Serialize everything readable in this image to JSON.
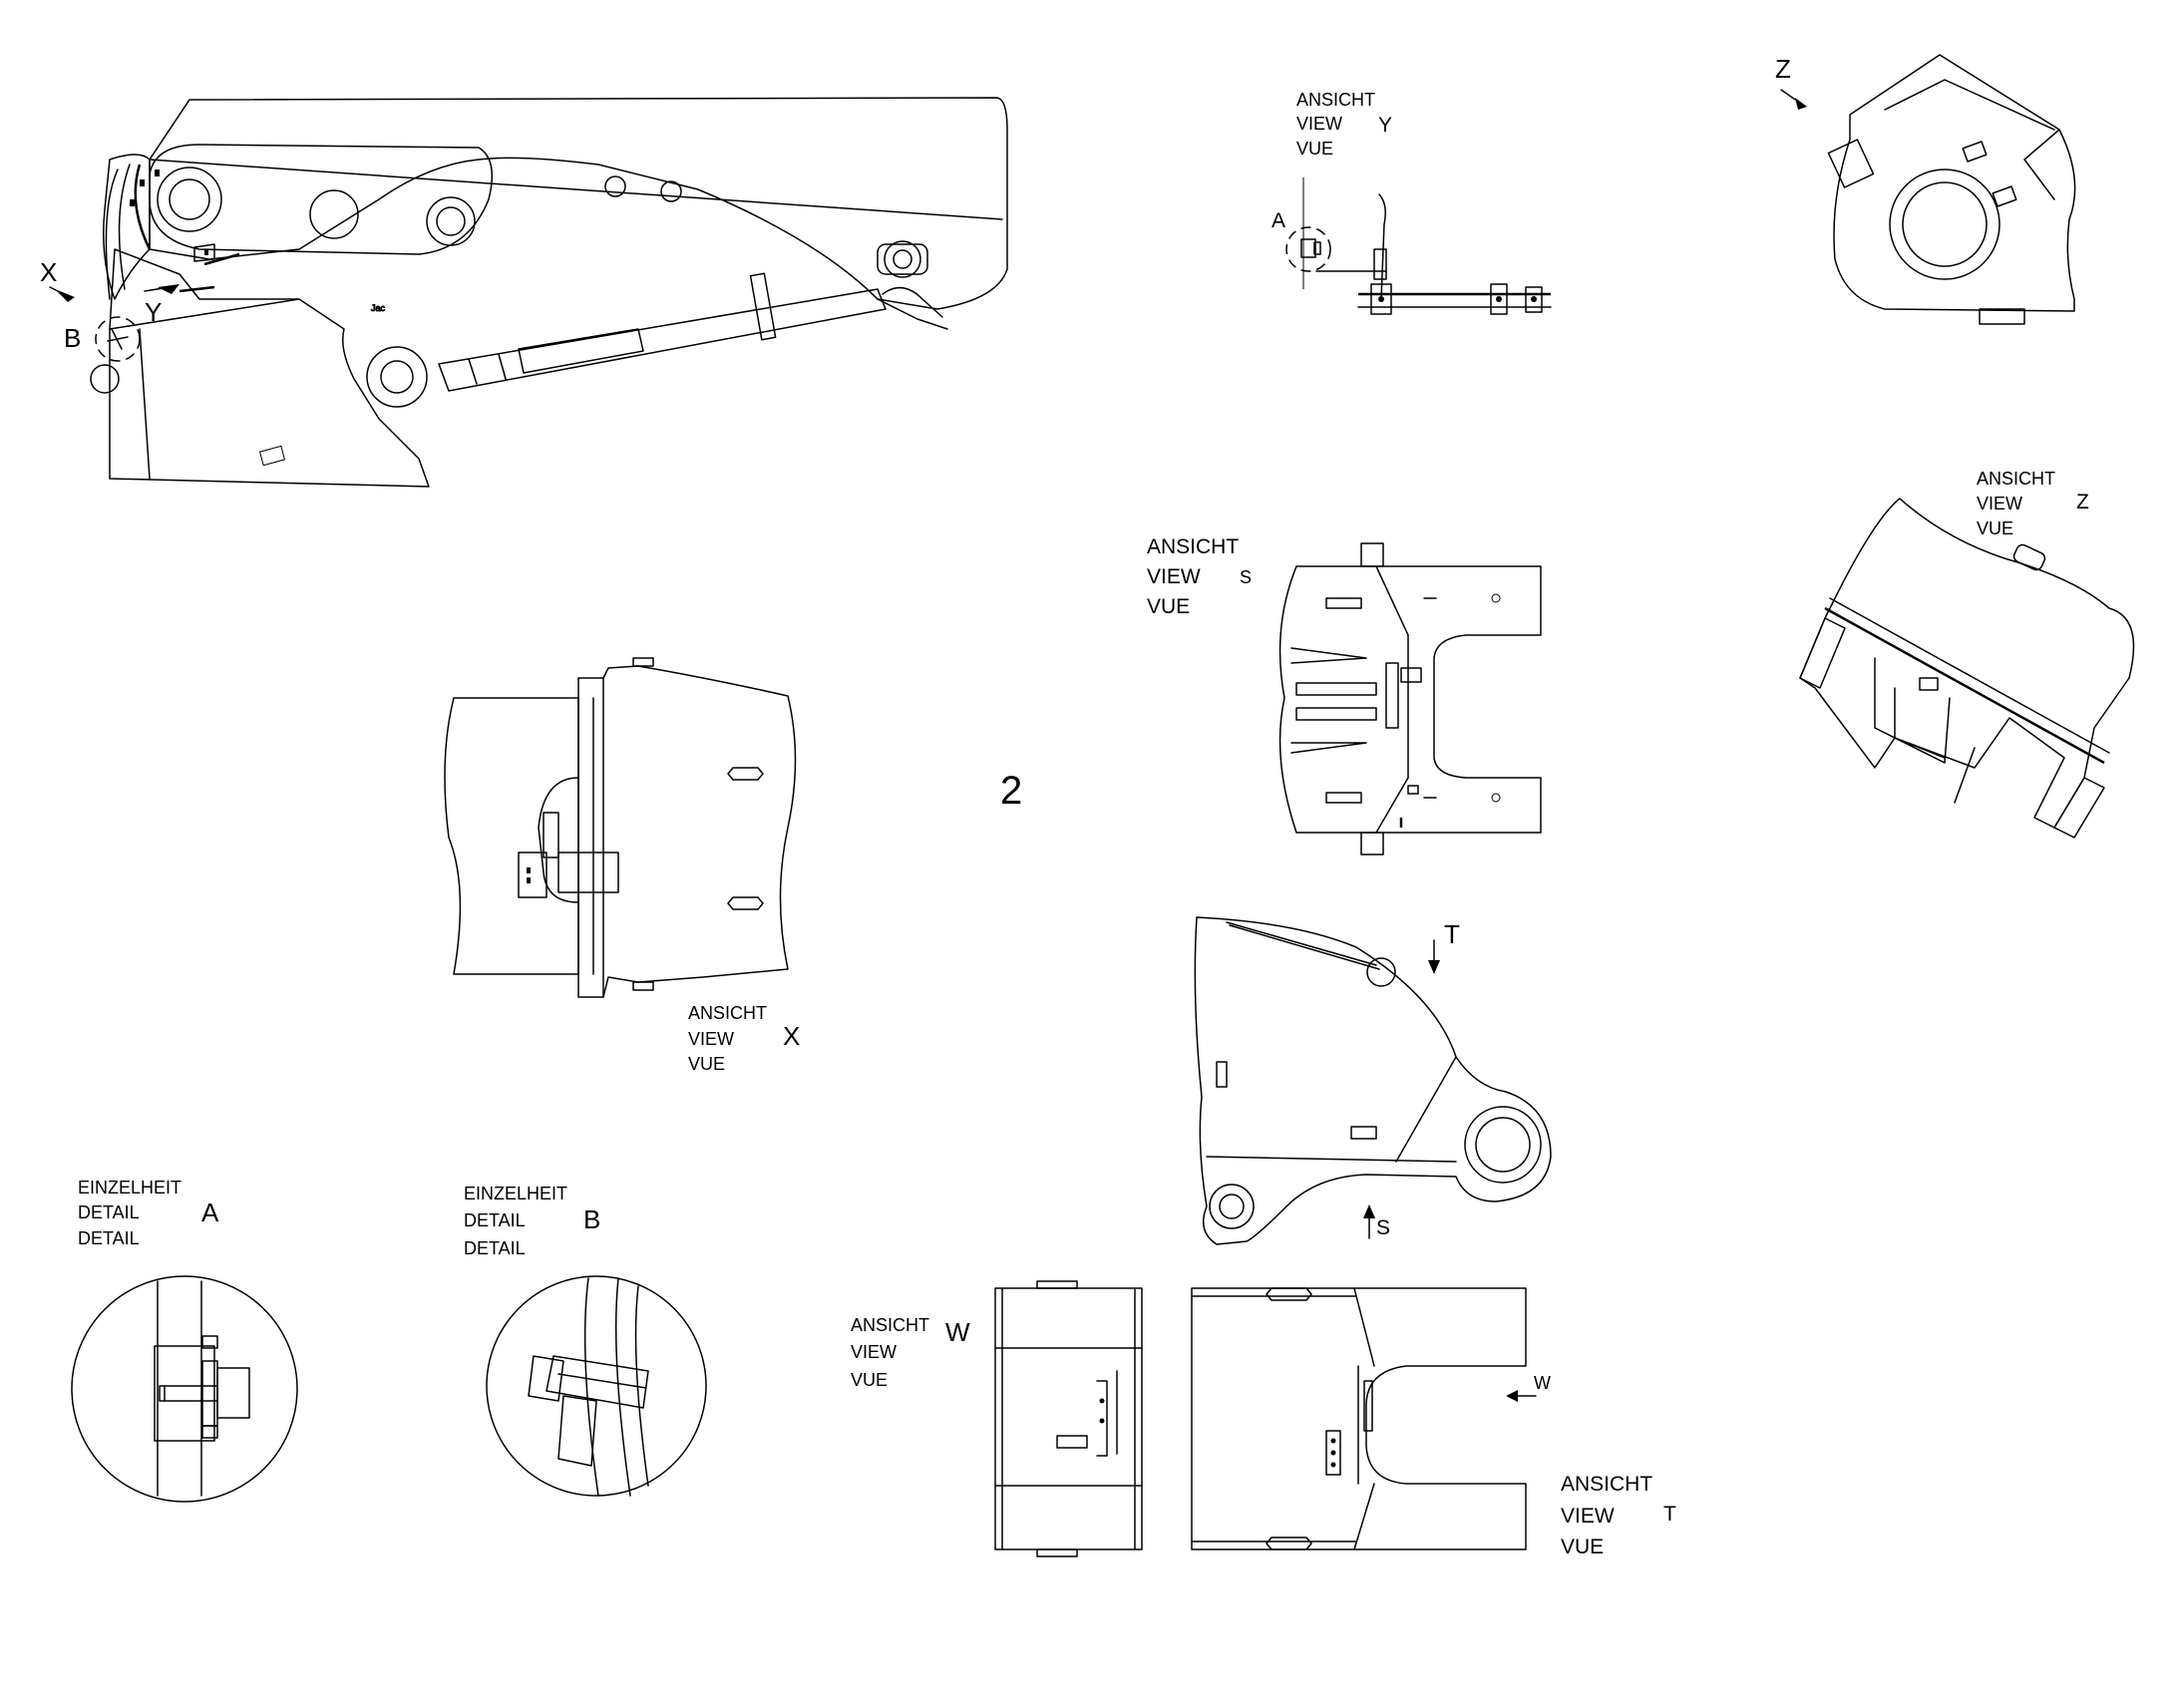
{
  "sheet": {
    "number": "2",
    "colors": {
      "line": "#000000",
      "paper": "#ffffff"
    }
  },
  "callouts": {
    "x": "X",
    "y": "Y",
    "z": "Z",
    "a": "A",
    "b": "B",
    "t": "T",
    "s": "S",
    "w": "W",
    "w_small": "W"
  },
  "views": {
    "y": {
      "line1": "ANSICHT",
      "line2": "VIEW",
      "line3": "VUE",
      "letter": "Y"
    },
    "z": {
      "line1": "ANSICHT",
      "line2": "VIEW",
      "line3": "VUE",
      "letter": "Z"
    },
    "s": {
      "line1": "ANSICHT",
      "line2": "VIEW",
      "line3": "VUE",
      "letter": "S"
    },
    "x": {
      "line1": "ANSICHT",
      "line2": "VIEW",
      "line3": "VUE",
      "letter": "X"
    },
    "w": {
      "line1": "ANSICHT",
      "line2": "VIEW",
      "line3": "VUE",
      "letter": "W"
    },
    "t": {
      "line1": "ANSICHT",
      "line2": "VIEW",
      "line3": "VUE",
      "letter": "T"
    }
  },
  "details": {
    "a": {
      "line1": "EINZELHEIT",
      "line2": "DETAIL",
      "line3": "DETAIL",
      "letter": "A"
    },
    "b": {
      "line1": "EINZELHEIT",
      "line2": "DETAIL",
      "line3": "DETAIL",
      "letter": "B"
    }
  }
}
